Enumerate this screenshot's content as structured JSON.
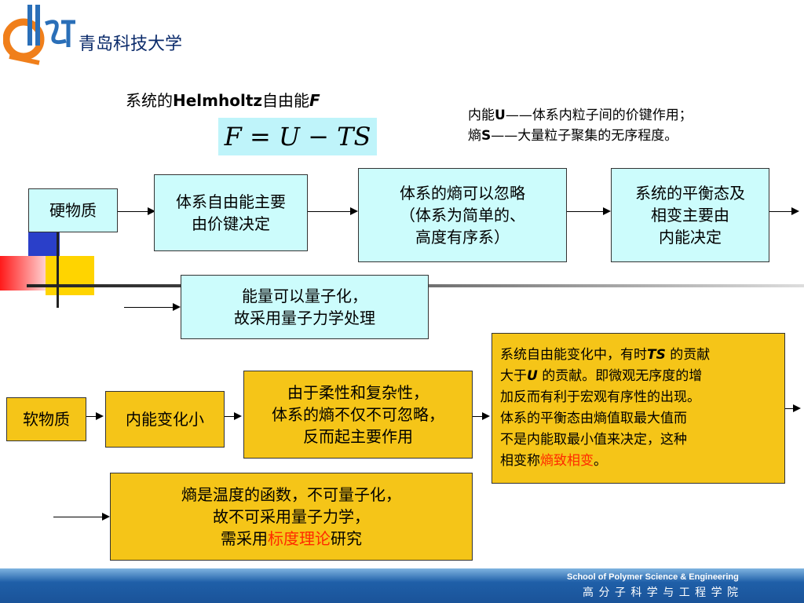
{
  "header": {
    "logo_text": "QUST",
    "university": "青岛科技大学"
  },
  "title": {
    "prefix": "系统的",
    "name": "Helmholtz",
    "suffix": "自由能",
    "symbol": "F"
  },
  "formula": "F = U − TS",
  "notes": {
    "u_label": "内能",
    "u_symbol": "U",
    "u_text": "——体系内粒子间的价键作用；",
    "s_label": "熵",
    "s_symbol": "S",
    "s_text": "——大量粒子聚集的无序程度。"
  },
  "hard": {
    "label": "硬物质",
    "box1": [
      "体系自由能主要",
      "由价键决定"
    ],
    "box2": [
      "体系的熵可以忽略",
      "（体系为简单的、",
      "高度有序系）"
    ],
    "box3": [
      "系统的平衡态及",
      "相变主要由",
      "内能决定"
    ],
    "box4": [
      "能量可以量子化，",
      "故采用量子力学处理"
    ]
  },
  "soft": {
    "label": "软物质",
    "box1": "内能变化小",
    "box2": [
      "由于柔性和复杂性，",
      "体系的熵不仅不可忽略，",
      "反而起主要作用"
    ],
    "box3": {
      "l1a": "系统自由能变化中，有时",
      "l1b": "TS",
      "l1c": " 的贡献",
      "l2a": "大于",
      "l2b": "U",
      "l2c": " 的贡献。即微观无序度的增",
      "l3": "加反而有利于宏观有序性的出现。",
      "l4": "体系的平衡态由熵值取最大值而",
      "l5": "不是内能取最小值来决定，这种",
      "l6a": "相变称",
      "l6b": "熵致相变",
      "l6c": "。"
    },
    "box4": {
      "l1": "熵是温度的函数，不可量子化，",
      "l2": "故不可采用量子力学，",
      "l3a": "需采用",
      "l3b": "标度理论",
      "l3c": "研究"
    }
  },
  "footer": {
    "english": "School of Polymer Science & Engineering",
    "chinese": "高 分 子 科 学 与 工 程 学 院"
  },
  "colors": {
    "cyan_box": "#ccfcfc",
    "gold_box": "#f5c518",
    "highlight_red": "#ff2a00",
    "footer_blue": "#1f5fa8"
  }
}
